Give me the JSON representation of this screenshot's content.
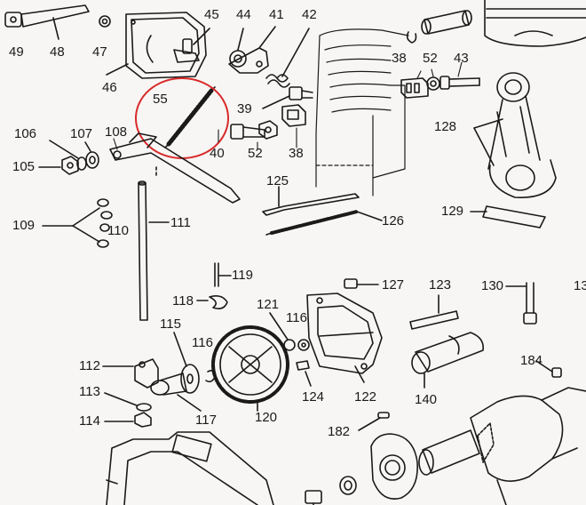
{
  "diagram": {
    "highlight_part": "55",
    "highlight_color": "#d92a2a",
    "ink_color": "#1a1a1a",
    "labels": [
      {
        "id": "49",
        "text": "49"
      },
      {
        "id": "48",
        "text": "48"
      },
      {
        "id": "47",
        "text": "47"
      },
      {
        "id": "46",
        "text": "46"
      },
      {
        "id": "45",
        "text": "45"
      },
      {
        "id": "44",
        "text": "44"
      },
      {
        "id": "41",
        "text": "41"
      },
      {
        "id": "42",
        "text": "42"
      },
      {
        "id": "55",
        "text": "55"
      },
      {
        "id": "39",
        "text": "39"
      },
      {
        "id": "38a",
        "text": "38"
      },
      {
        "id": "52a",
        "text": "52"
      },
      {
        "id": "43",
        "text": "43"
      },
      {
        "id": "40",
        "text": "40"
      },
      {
        "id": "52b",
        "text": "52"
      },
      {
        "id": "38b",
        "text": "38"
      },
      {
        "id": "128",
        "text": "128"
      },
      {
        "id": "106",
        "text": "106"
      },
      {
        "id": "107",
        "text": "107"
      },
      {
        "id": "108",
        "text": "108"
      },
      {
        "id": "105",
        "text": "105"
      },
      {
        "id": "125",
        "text": "125"
      },
      {
        "id": "129",
        "text": "129"
      },
      {
        "id": "109",
        "text": "109"
      },
      {
        "id": "110",
        "text": "110"
      },
      {
        "id": "111",
        "text": "111"
      },
      {
        "id": "126",
        "text": "126"
      },
      {
        "id": "119",
        "text": "119"
      },
      {
        "id": "127",
        "text": "127"
      },
      {
        "id": "123",
        "text": "123"
      },
      {
        "id": "130",
        "text": "130"
      },
      {
        "id": "13x",
        "text": "13"
      },
      {
        "id": "118",
        "text": "118"
      },
      {
        "id": "121",
        "text": "121"
      },
      {
        "id": "116a",
        "text": "116"
      },
      {
        "id": "115",
        "text": "115"
      },
      {
        "id": "116b",
        "text": "116"
      },
      {
        "id": "184",
        "text": "184"
      },
      {
        "id": "112",
        "text": "112"
      },
      {
        "id": "124",
        "text": "124"
      },
      {
        "id": "122",
        "text": "122"
      },
      {
        "id": "140",
        "text": "140"
      },
      {
        "id": "113",
        "text": "113"
      },
      {
        "id": "117",
        "text": "117"
      },
      {
        "id": "120",
        "text": "120"
      },
      {
        "id": "114",
        "text": "114"
      },
      {
        "id": "182",
        "text": "182"
      }
    ]
  }
}
